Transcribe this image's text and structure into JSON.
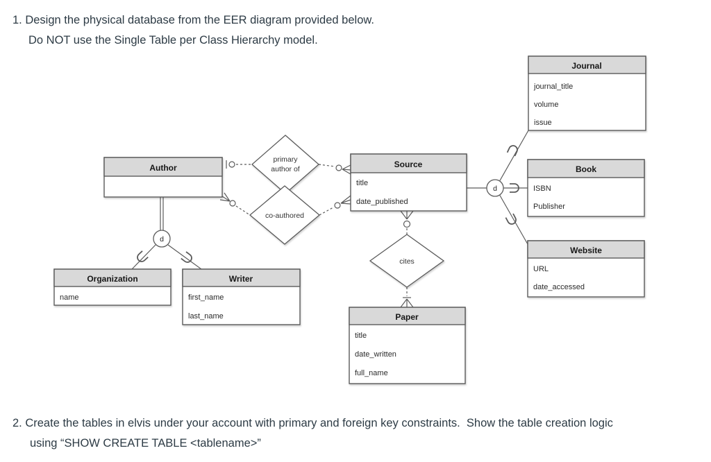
{
  "instructions": {
    "item1": {
      "line1": "1. Design the physical database from the EER diagram provided below.",
      "line2": "Do NOT use the Single Table per Class Hierarchy model."
    },
    "item2": {
      "line1": "2. Create the tables in elvis under your account with primary and foreign key constraints.  Show the table creation logic",
      "line2": "using “SHOW CREATE TABLE <tablename>”"
    }
  },
  "diagram": {
    "entities": {
      "author": {
        "title": "Author",
        "attributes": []
      },
      "source": {
        "title": "Source",
        "attributes": [
          "title",
          "date_published"
        ]
      },
      "journal": {
        "title": "Journal",
        "attributes": [
          "journal_title",
          "volume",
          "issue"
        ]
      },
      "book": {
        "title": "Book",
        "attributes": [
          "ISBN",
          "Publisher"
        ]
      },
      "website": {
        "title": "Website",
        "attributes": [
          "URL",
          "date_accessed"
        ]
      },
      "organization": {
        "title": "Organization",
        "attributes": [
          "name"
        ]
      },
      "writer": {
        "title": "Writer",
        "attributes": [
          "first_name",
          "last_name"
        ]
      },
      "paper": {
        "title": "Paper",
        "attributes": [
          "title",
          "date_written",
          "full_name"
        ]
      }
    },
    "relationships": {
      "primary_author_of": {
        "line1": "primary",
        "line2": "author of"
      },
      "co_authored": {
        "label": "co-authored"
      },
      "cites": {
        "label": "cites"
      }
    },
    "specializations": {
      "author_subtype_circle": "d",
      "source_subtype_circle": "d"
    },
    "colors": {
      "entity_header_fill": "#d9d9d9",
      "entity_body_fill": "#ffffff",
      "diagram_stroke": "#5b5b5b",
      "instruction_text": "#2d3b45"
    }
  }
}
